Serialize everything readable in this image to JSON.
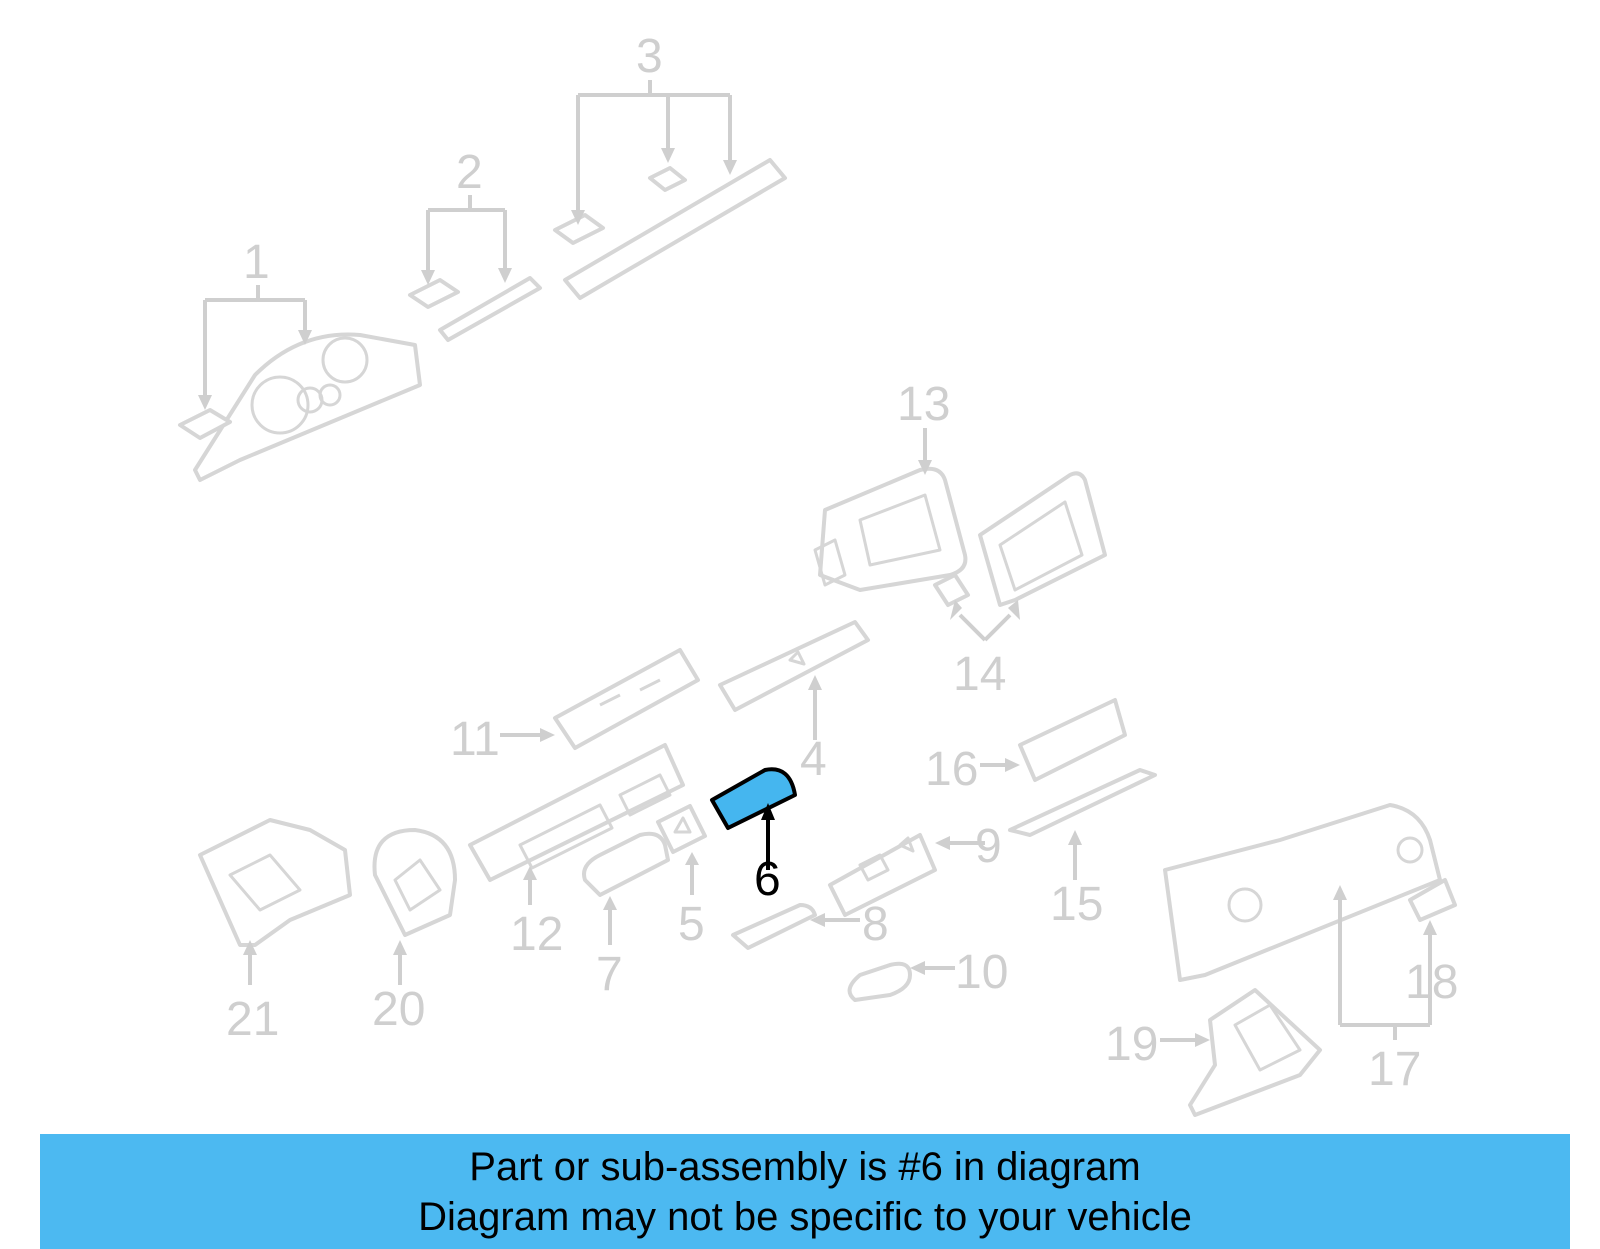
{
  "callouts": [
    "1",
    "2",
    "3",
    "4",
    "5",
    "6",
    "7",
    "8",
    "9",
    "10",
    "11",
    "12",
    "13",
    "14",
    "15",
    "16",
    "17",
    "18",
    "19",
    "20",
    "21"
  ],
  "highlighted_part": "6",
  "colors": {
    "highlight": "#45b6ef",
    "banner": "#4cb9f1",
    "parts": "#d6d6d6",
    "labels": "#cfcfcf"
  },
  "banner": {
    "line1": "Part or sub-assembly is #6 in diagram",
    "line2": "Diagram may not be specific to your vehicle"
  }
}
